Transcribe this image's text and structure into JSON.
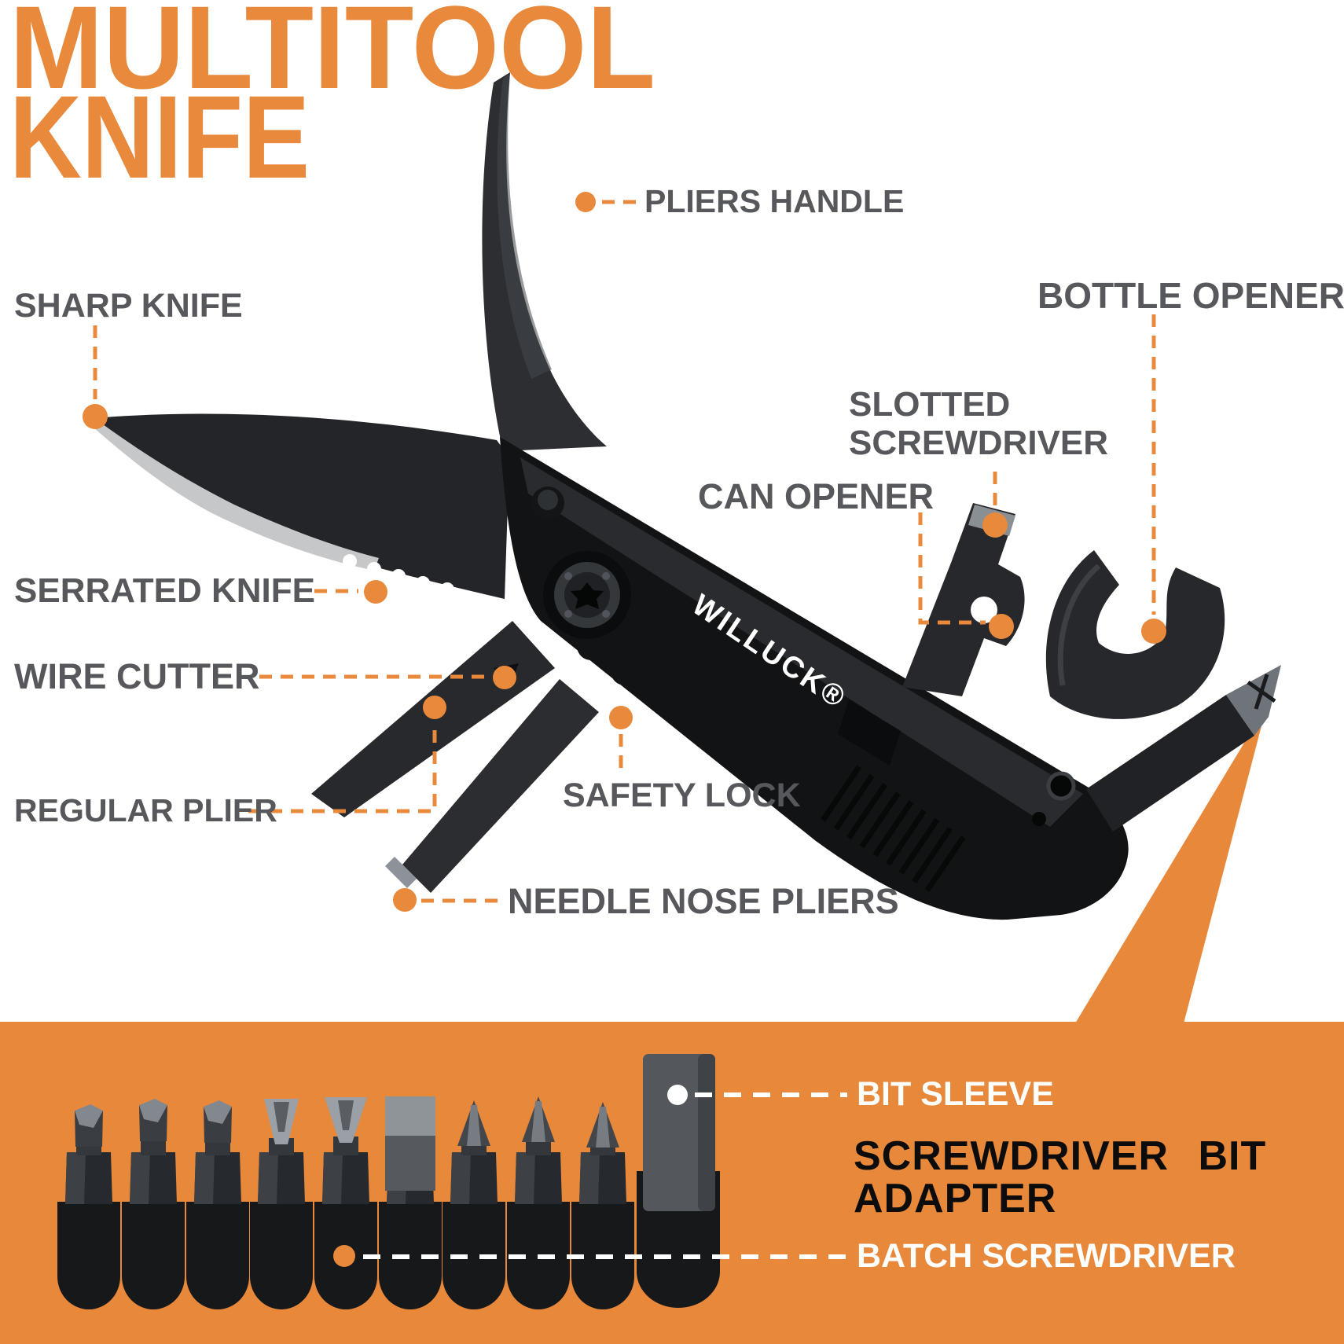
{
  "title": {
    "line1": "MULTITOOL",
    "line2": "KNIFE"
  },
  "brand": "WILLUCK®",
  "colors": {
    "accent_orange": "#E8893C",
    "panel_orange": "#E8883A",
    "label_gray": "#57585B",
    "heading_black": "#0C0C0C",
    "white": "#FFFFFF",
    "tool_dark": "#1B1C1E"
  },
  "callouts": [
    {
      "id": "pliers-handle",
      "label": "PLIERS HANDLE"
    },
    {
      "id": "sharp-knife",
      "label": "SHARP KNIFE"
    },
    {
      "id": "bottle-opener",
      "label": "BOTTLE OPENER"
    },
    {
      "id": "slotted-screwdriver",
      "label": "SLOTTED SCREWDRIVER"
    },
    {
      "id": "can-opener",
      "label": "CAN OPENER"
    },
    {
      "id": "serrated-knife",
      "label": "SERRATED KNIFE"
    },
    {
      "id": "wire-cutter",
      "label": "WIRE CUTTER"
    },
    {
      "id": "regular-plier",
      "label": "REGULAR PLIER"
    },
    {
      "id": "safety-lock",
      "label": "SAFETY LOCK"
    },
    {
      "id": "needle-nose-pliers",
      "label": "NEEDLE NOSE PLIERS"
    }
  ],
  "bottom_panel": {
    "bit_sleeve_label": "BIT SLEEVE",
    "adapter_title_line1": "SCREWDRIVER BIT",
    "adapter_title_line2": "ADAPTER",
    "batch_label": "BATCH SCREWDRIVER",
    "bits": [
      "hex-bit-small",
      "hex-bit-medium",
      "hex-bit-large",
      "slotted-bit-small",
      "slotted-bit-medium",
      "slotted-bit-wide",
      "phillips-bit-small",
      "phillips-bit-medium",
      "phillips-bit-large",
      "bit-adapter-sleeve"
    ]
  }
}
